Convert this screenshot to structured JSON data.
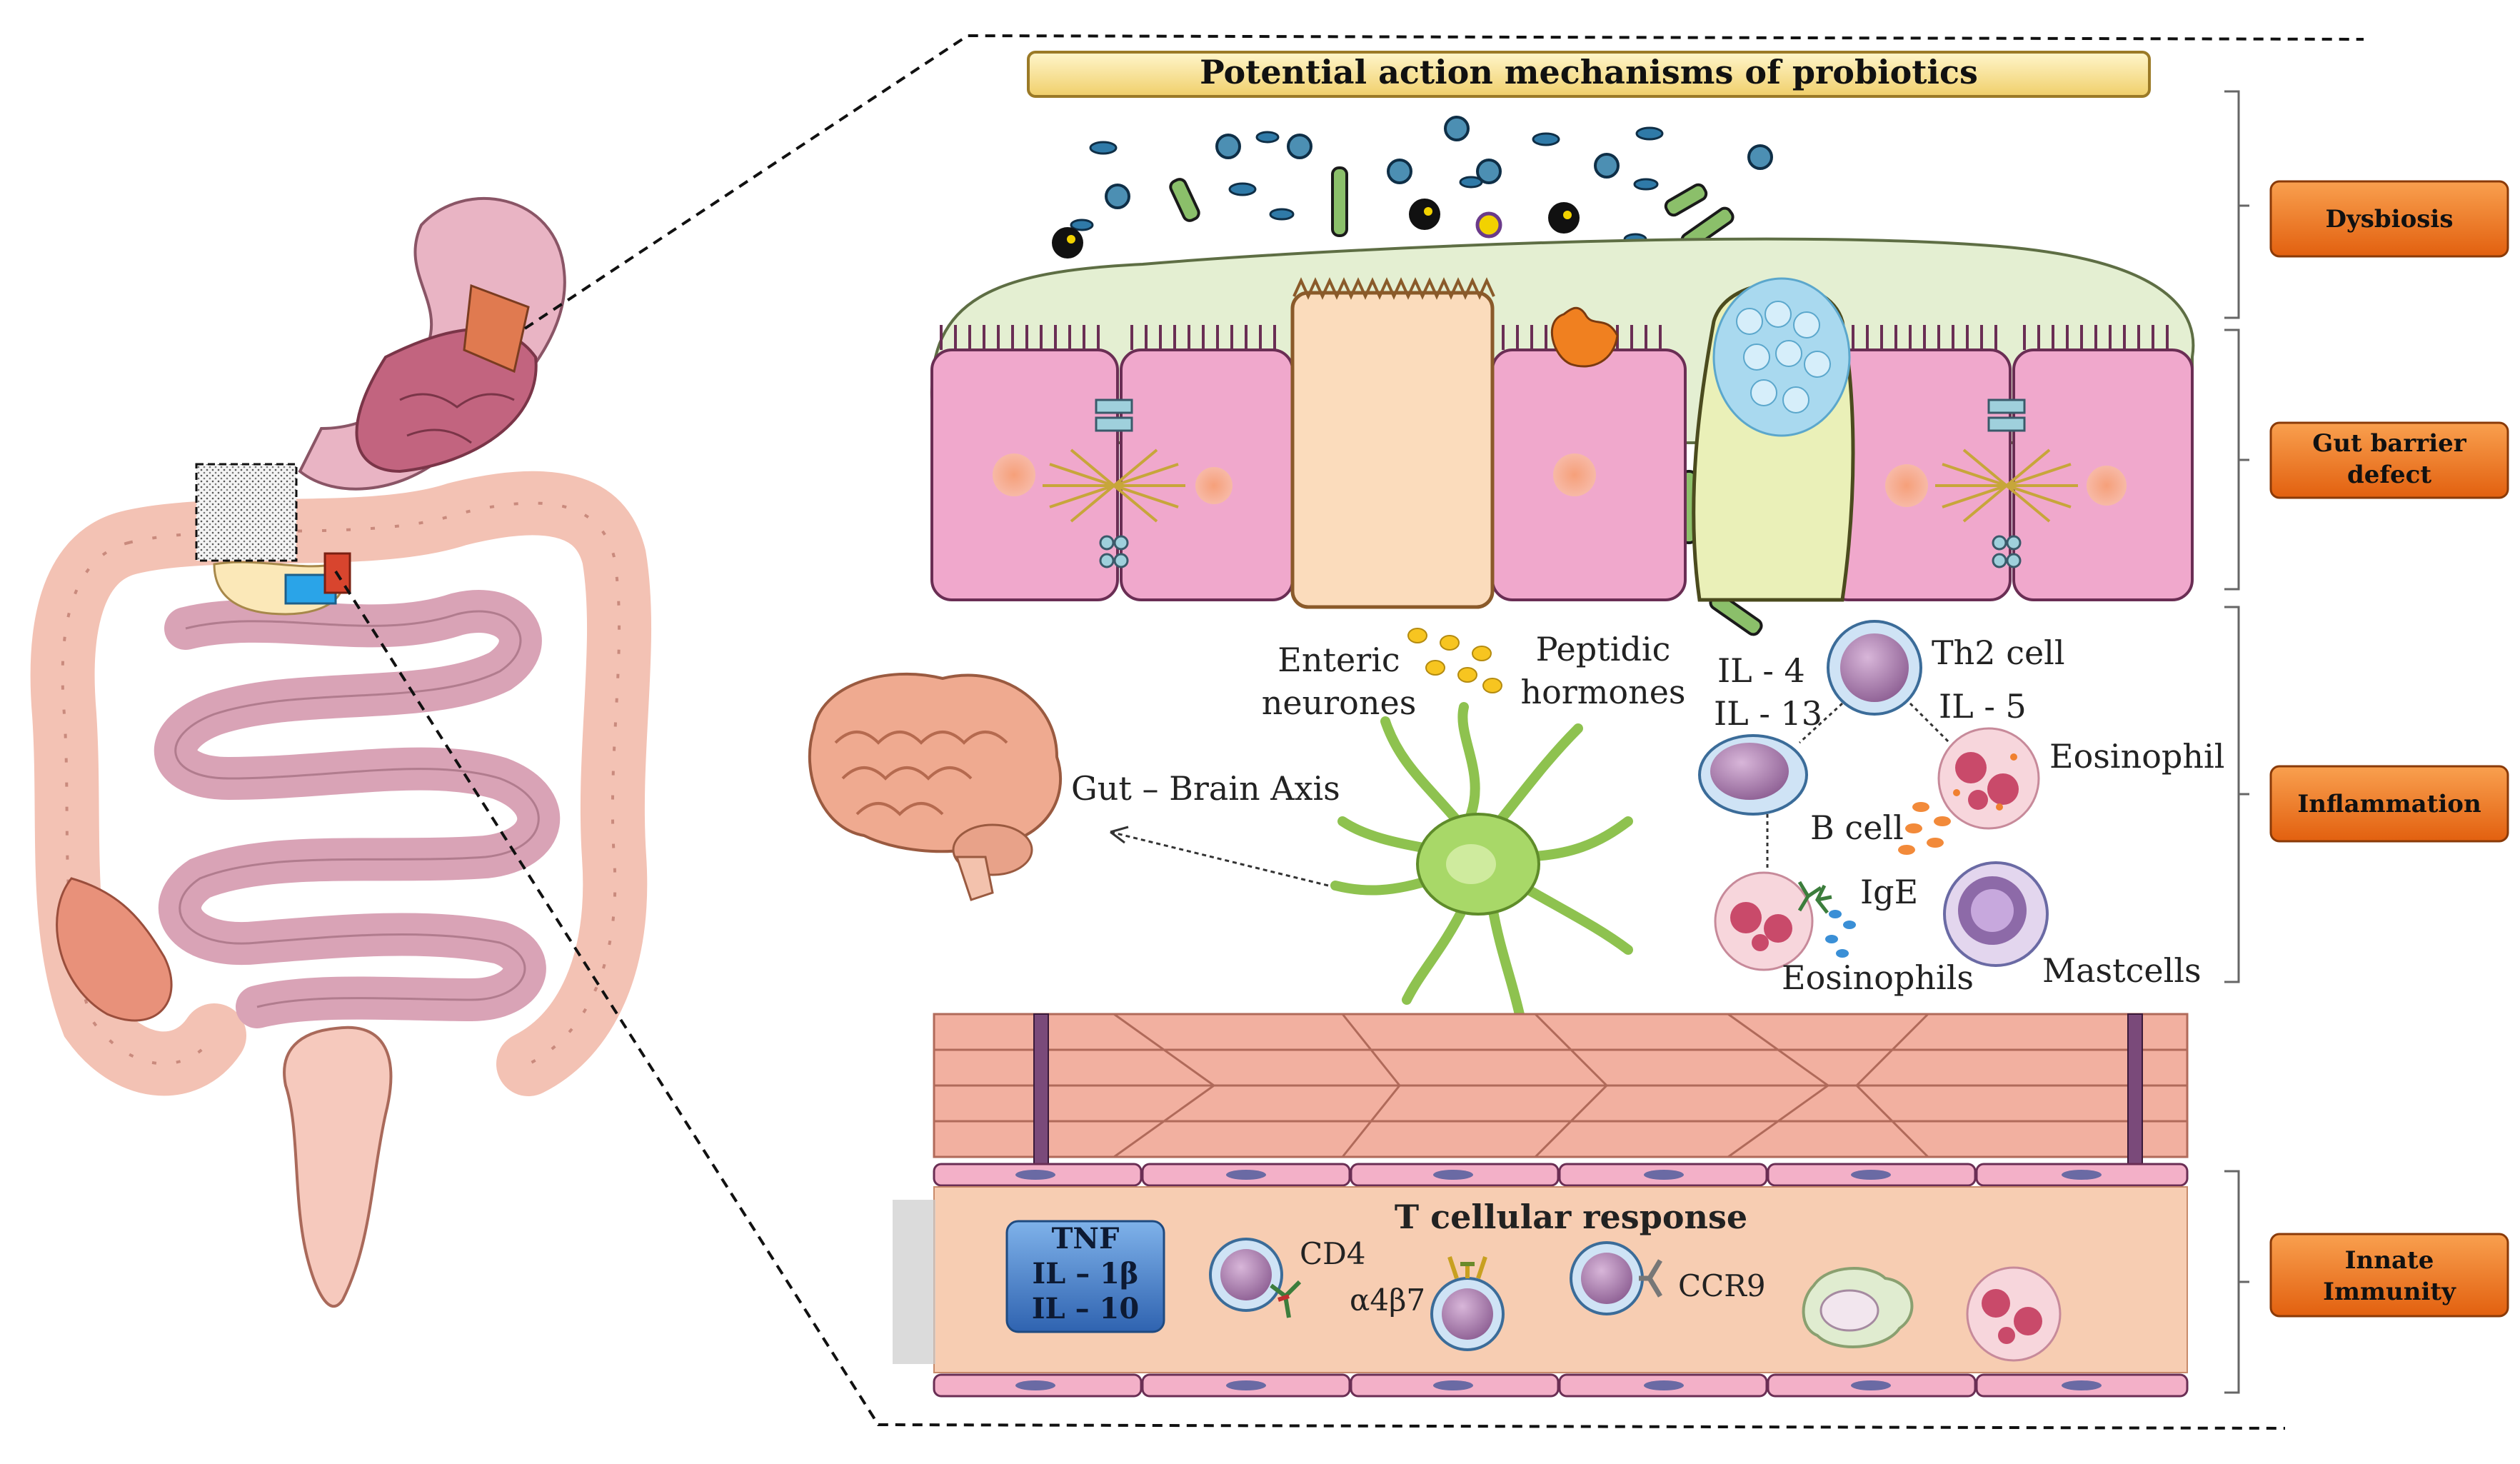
{
  "title": "Potential action mechanisms of probiotics",
  "tags": {
    "dysbiosis": "Dysbiosis",
    "gut_barrier_l1": "Gut barrier",
    "gut_barrier_l2": "defect",
    "inflammation": "Inflammation",
    "innate_l1": "Innate",
    "innate_l2": "Immunity"
  },
  "labels": {
    "enteric_l1": "Enteric",
    "enteric_l2": "neurones",
    "peptidic_l1": "Peptidic",
    "peptidic_l2": "hormones",
    "gut_brain_axis": "Gut – Brain Axis",
    "il4": "IL - 4",
    "il13": "IL - 13",
    "th2": "Th2 cell",
    "il5": "IL - 5",
    "eosinophil": "Eosinophil",
    "b_cell": "B cell",
    "ige": "IgE",
    "eosinophils": "Eosinophils",
    "mastcells": "Mastcells",
    "t_cellular_response": "T cellular response",
    "cd4": "CD4",
    "a4b7": "α4β7",
    "ccr9": "CCR9"
  },
  "cytokines": [
    "TNF",
    "IL – 1β",
    "IL – 10"
  ],
  "colors": {
    "tag_fill": "#f07a22",
    "title_fill": "#f9e39a",
    "mucus": "#e4efd2",
    "epithelium": "#f0a8cc",
    "muscle": "#f2b0a0",
    "lamina": "#f7cdb2",
    "cytokine_box": "#3f7cc4"
  }
}
